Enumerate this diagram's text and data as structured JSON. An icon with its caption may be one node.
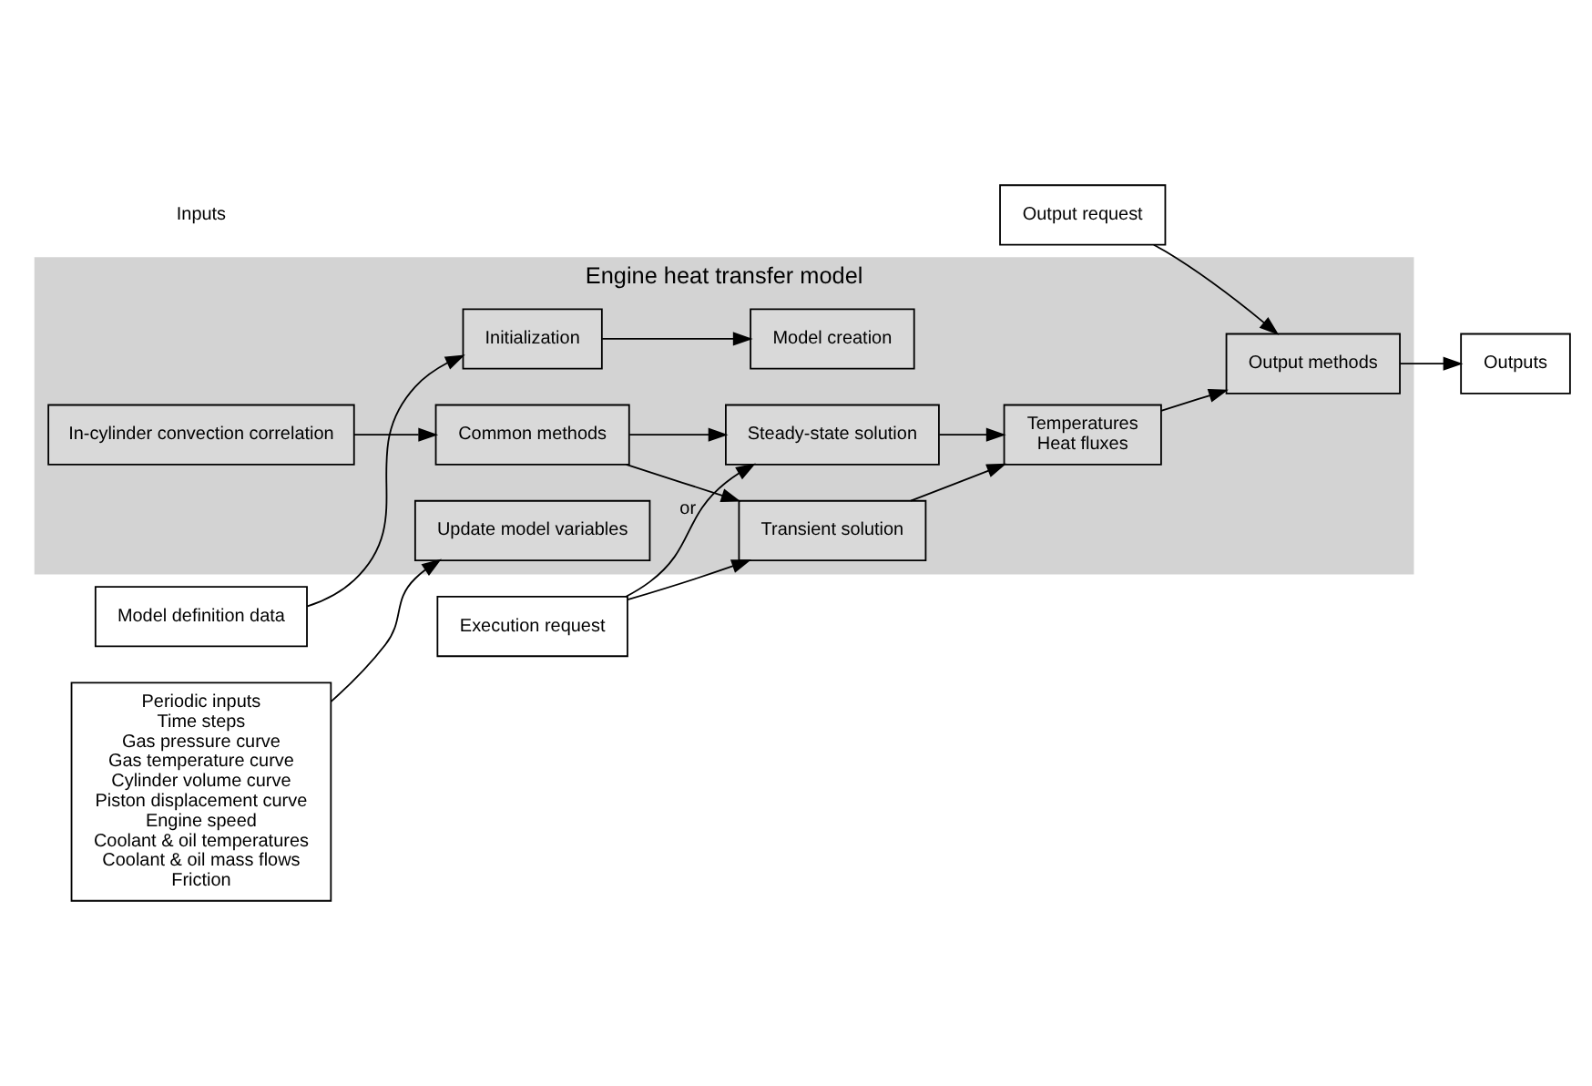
{
  "diagram": {
    "nodes": [
      {
        "text": [
          "Engine heat transfer model"
        ]
      },
      {
        "text": [
          "Model definition data"
        ]
      },
      {
        "text": [
          "Periodic inputs",
          "Time steps",
          "Gas pressure curve",
          "Gas temperature curve",
          "Cylinder volume curve",
          "Piston displacement curve",
          "Engine speed",
          "Coolant & oil temperatures",
          "Coolant & oil mass flows",
          "Friction"
        ]
      },
      {
        "text": [
          "Execution request"
        ]
      },
      {
        "text": [
          "Output request"
        ]
      },
      {
        "text": [
          "Initialization"
        ],
        "in": 0
      },
      {
        "text": [
          "Model creation"
        ],
        "in": 0
      },
      {
        "text": [
          "Update model variables"
        ],
        "in": 0
      },
      {
        "text": [
          "In-cylinder convection correlation"
        ],
        "in": 0
      },
      {
        "text": [
          "Steady-state solution"
        ],
        "in": 0
      },
      {
        "text": [
          "Common methods"
        ],
        "in": 0
      },
      {
        "text": [
          "Transient solution"
        ],
        "in": 0
      },
      {
        "text": [
          "Temperatures",
          "Heat fluxes"
        ],
        "in": 0
      },
      {
        "text": [
          "Output methods"
        ],
        "in": 0
      },
      {
        "text": [
          "Outputs"
        ]
      }
    ],
    "edges": [
      {
        "from": 1,
        "to": 5,
        "arrow": "to"
      },
      {
        "from": 5,
        "to": 6,
        "arrow": "to"
      },
      {
        "from": 2,
        "to": 7,
        "arrow": "to"
      },
      {
        "from": 8,
        "to": 10,
        "arrow": "to"
      },
      {
        "from": 3,
        "to": 9,
        "arrow": "to",
        "label": "or"
      },
      {
        "from": 3,
        "to": 11,
        "arrow": "to"
      },
      {
        "from": 10,
        "to": 9,
        "arrow": "to"
      },
      {
        "from": 10,
        "to": 11,
        "arrow": "to"
      },
      {
        "from": 9,
        "to": 12,
        "arrow": "to"
      },
      {
        "from": 11,
        "to": 12,
        "arrow": "to"
      },
      {
        "from": 12,
        "to": 13,
        "arrow": "to"
      },
      {
        "from": 4,
        "to": 13,
        "arrow": "to"
      },
      {
        "from": 13,
        "to": 14,
        "arrow": "to"
      }
    ],
    "labels": [
      "Inputs"
    ]
  }
}
